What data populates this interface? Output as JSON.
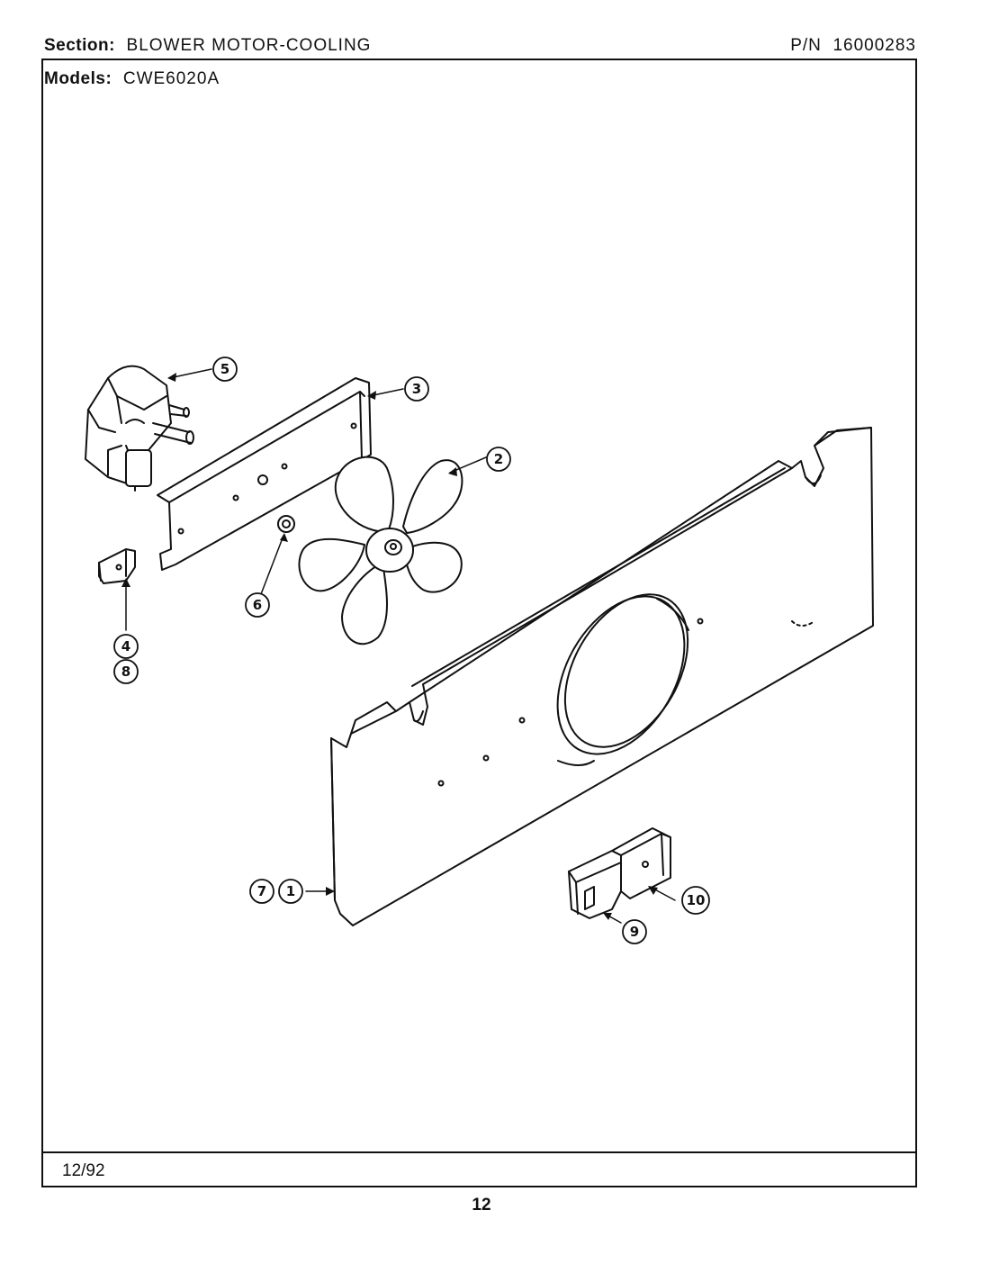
{
  "header": {
    "section_label": "Section:",
    "section_value": "BLOWER MOTOR-COOLING",
    "pn_label": "P/N",
    "pn_value": "16000283",
    "models_label": "Models:",
    "models_value": "CWE6020A"
  },
  "callouts": {
    "c1": "1",
    "c2": "2",
    "c3": "3",
    "c4": "4",
    "c5": "5",
    "c6": "6",
    "c7": "7",
    "c8": "8",
    "c9": "9",
    "c10": "10"
  },
  "footer": {
    "date": "12/92",
    "page": "12"
  }
}
